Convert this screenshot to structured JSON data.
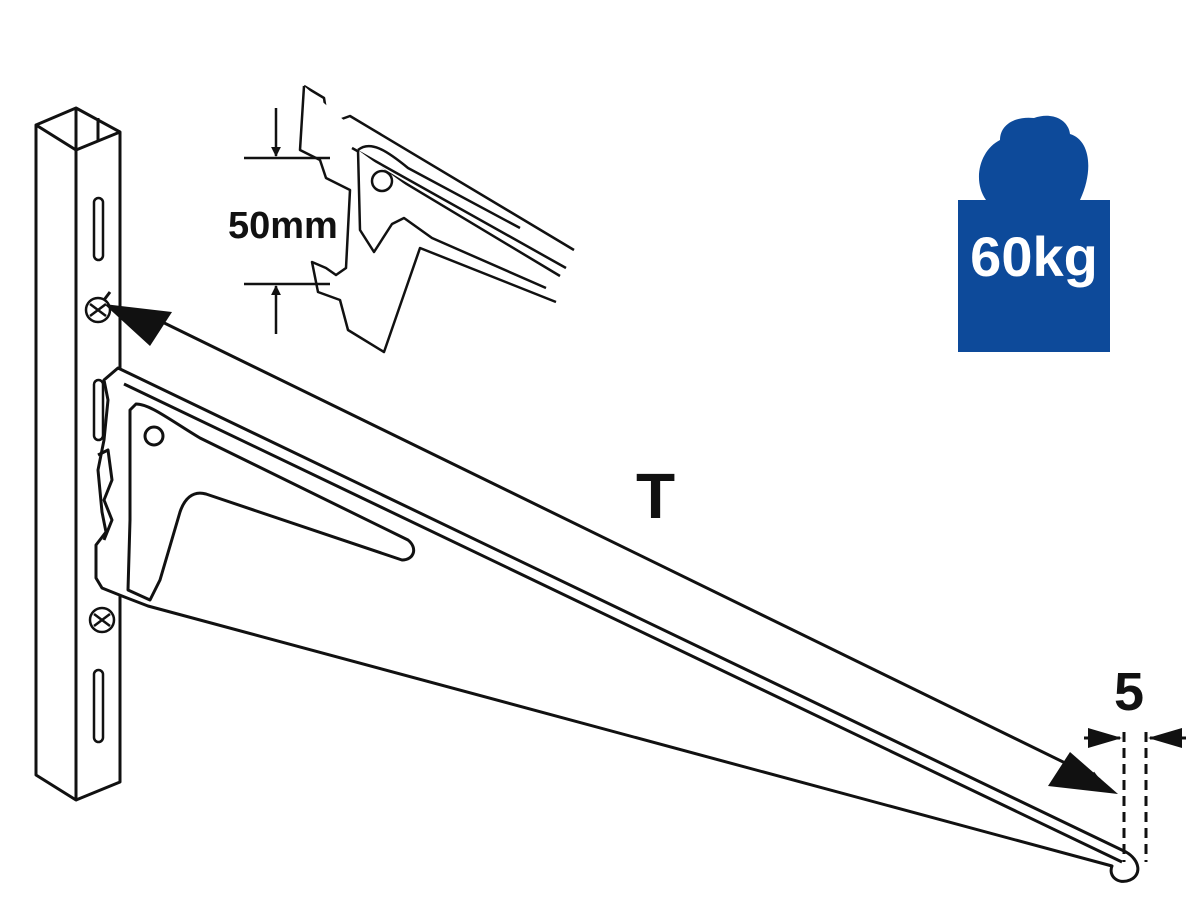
{
  "dimensions": {
    "hole_spacing_label": "50mm",
    "length_label": "T",
    "lip_label": "5"
  },
  "load_badge": {
    "label": "60kg",
    "color": "#0d4a9a",
    "icon": "weight-icon"
  },
  "colors": {
    "line": "#111111",
    "background": "#ffffff"
  }
}
